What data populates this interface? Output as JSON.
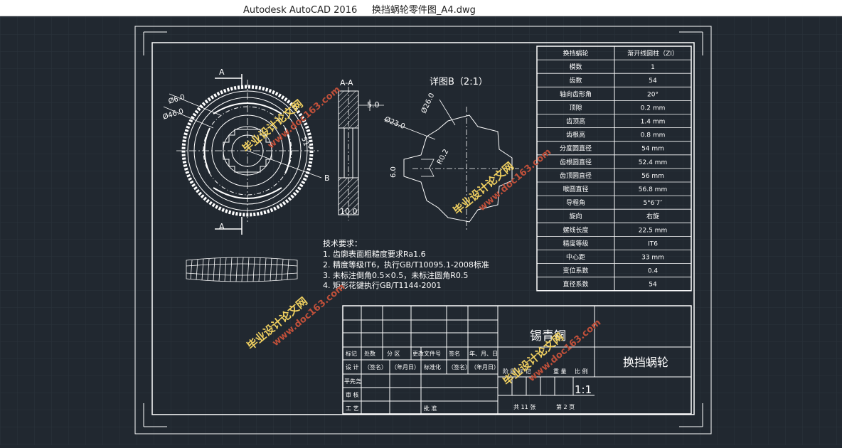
{
  "window": {
    "app_title": "Autodesk AutoCAD 2016",
    "file_name": "换挡蜗轮零件图_A4.dwg"
  },
  "views": {
    "section_label": "A-A",
    "detail_label": "详图B（2:1）",
    "cut_a_top": "A",
    "cut_a_bottom": "A",
    "cut_b": "B"
  },
  "dimensions": {
    "d_phi6": "Ø6.0",
    "d_phi46": "Ø46.0",
    "angle": "51°",
    "width_5": "5.0",
    "width_10": "10.0",
    "d_phi23": "Ø23.0",
    "d_phi26": "Ø26.0",
    "r02": "R0.2",
    "dim_6": "6.0"
  },
  "notes": {
    "heading": "技术要求：",
    "items": [
      "1.   齿廓表面粗糙度要求Ra1.6",
      "2.   精度等级IT6，执行GB/T10095.1-2008标准",
      "3.   未标注倒角0.5×0.5，未标注圆角R0.5",
      "4.   矩形花键执行GB/T1144-2001"
    ]
  },
  "params_table": {
    "rows": [
      [
        "换挡蜗轮",
        "渐开线圆柱（ZI）"
      ],
      [
        "模数",
        "1"
      ],
      [
        "齿数",
        "54"
      ],
      [
        "轴向齿形角",
        "20°"
      ],
      [
        "顶隙",
        "0.2 mm"
      ],
      [
        "齿顶高",
        "1.4 mm"
      ],
      [
        "齿根高",
        "0.8 mm"
      ],
      [
        "分度圆直径",
        "54 mm"
      ],
      [
        "齿根圆直径",
        "52.4 mm"
      ],
      [
        "齿顶圆直径",
        "56 mm"
      ],
      [
        "喉圆直径",
        "56.8 mm"
      ],
      [
        "导程角",
        "5°6′7″"
      ],
      [
        "旋向",
        "右旋"
      ],
      [
        "螺线长度",
        "22.5 mm"
      ],
      [
        "精度等级",
        "IT6"
      ],
      [
        "中心距",
        "33 mm"
      ],
      [
        "变位系数",
        "0.4"
      ],
      [
        "直径系数",
        "54"
      ]
    ]
  },
  "title_block": {
    "material": "锡青铜",
    "part_name": "换挡蜗轮",
    "header_cols": [
      "标记",
      "处数",
      "分 区",
      "更改文件号",
      "签名",
      "年、月、日"
    ],
    "design_row": [
      "设 计",
      "（签名）",
      "（年月日）",
      "标准化",
      "（签名）",
      "（年月日）"
    ],
    "checker": "平先尧",
    "review": "审 核",
    "process": "工 艺",
    "approve": "批 准",
    "stage_labels": [
      "阶 段 标 记",
      "重 量",
      "比 例"
    ],
    "scale": "1:1",
    "sheets_total": "共 11 张",
    "sheet_no": "第 2 页"
  },
  "watermarks": [
    "毕业设计论文网",
    "www.doc163.com"
  ]
}
